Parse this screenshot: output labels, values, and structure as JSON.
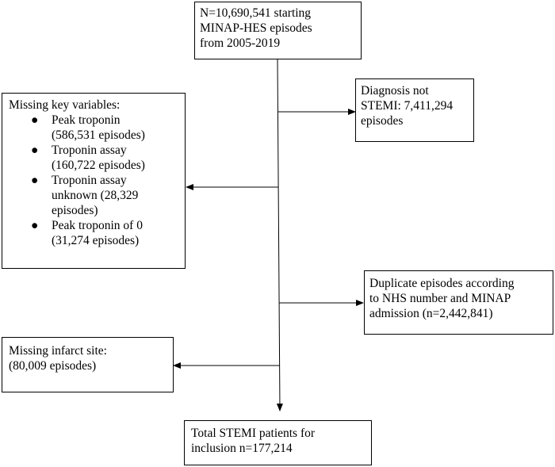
{
  "start_box": {
    "lines": [
      "N=10,690,541 starting",
      "MINAP-HES episodes",
      "from 2005-2019"
    ]
  },
  "diagnosis_box": {
    "lines": [
      "Diagnosis not",
      "STEMI: 7,411,294",
      "episodes"
    ]
  },
  "missing_key_box": {
    "heading": "Missing key variables:",
    "bullet_glyph": "●",
    "items": [
      {
        "lines": [
          "Peak troponin",
          "(586,531 episodes)"
        ]
      },
      {
        "lines": [
          "Troponin assay",
          "(160,722 episodes)"
        ]
      },
      {
        "lines": [
          "Troponin assay",
          "unknown (28,329",
          "episodes)"
        ]
      },
      {
        "lines": [
          "Peak troponin of 0",
          "(31,274 episodes)"
        ]
      }
    ]
  },
  "duplicate_box": {
    "lines": [
      "Duplicate episodes according",
      "to NHS number and MINAP",
      "admission (n=2,442,841)"
    ]
  },
  "infarct_box": {
    "lines": [
      "Missing infarct site:",
      "(80,009 episodes)"
    ]
  },
  "total_box": {
    "lines": [
      "Total STEMI patients for",
      "inclusion n=177,214"
    ]
  }
}
